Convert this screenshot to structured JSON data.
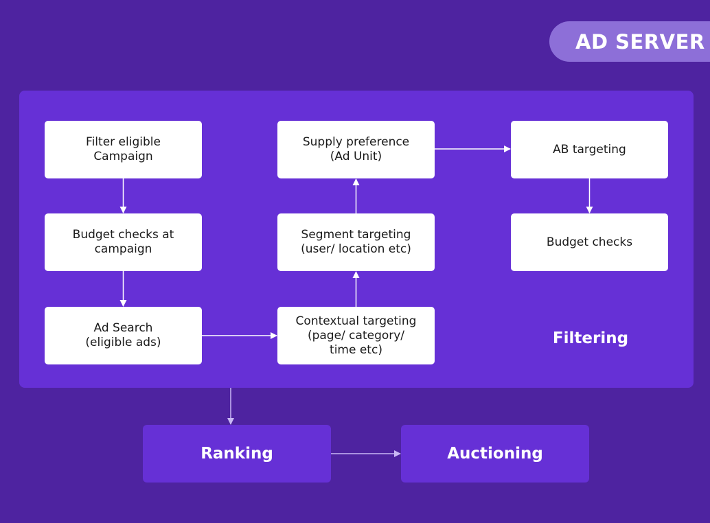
{
  "badge": "AD SERVER",
  "nodes": {
    "filter_campaign": "Filter eligible\nCampaign",
    "budget_campaign": "Budget checks at\ncampaign",
    "ad_search": "Ad Search\n(eligible ads)",
    "supply_preference": "Supply preference\n(Ad Unit)",
    "segment_targeting": "Segment targeting\n(user/ location etc)",
    "contextual_targeting": "Contextual targeting\n(page/ category/\ntime etc)",
    "ab_targeting": "AB targeting",
    "budget_checks": "Budget checks"
  },
  "filtering_label": "Filtering",
  "stages": {
    "ranking": "Ranking",
    "auctioning": "Auctioning"
  },
  "colors": {
    "background": "#4e23a0",
    "panel": "#6630d6",
    "badge": "#8d6fd8",
    "node": "#ffffff",
    "arrow": "#d9ccff"
  }
}
